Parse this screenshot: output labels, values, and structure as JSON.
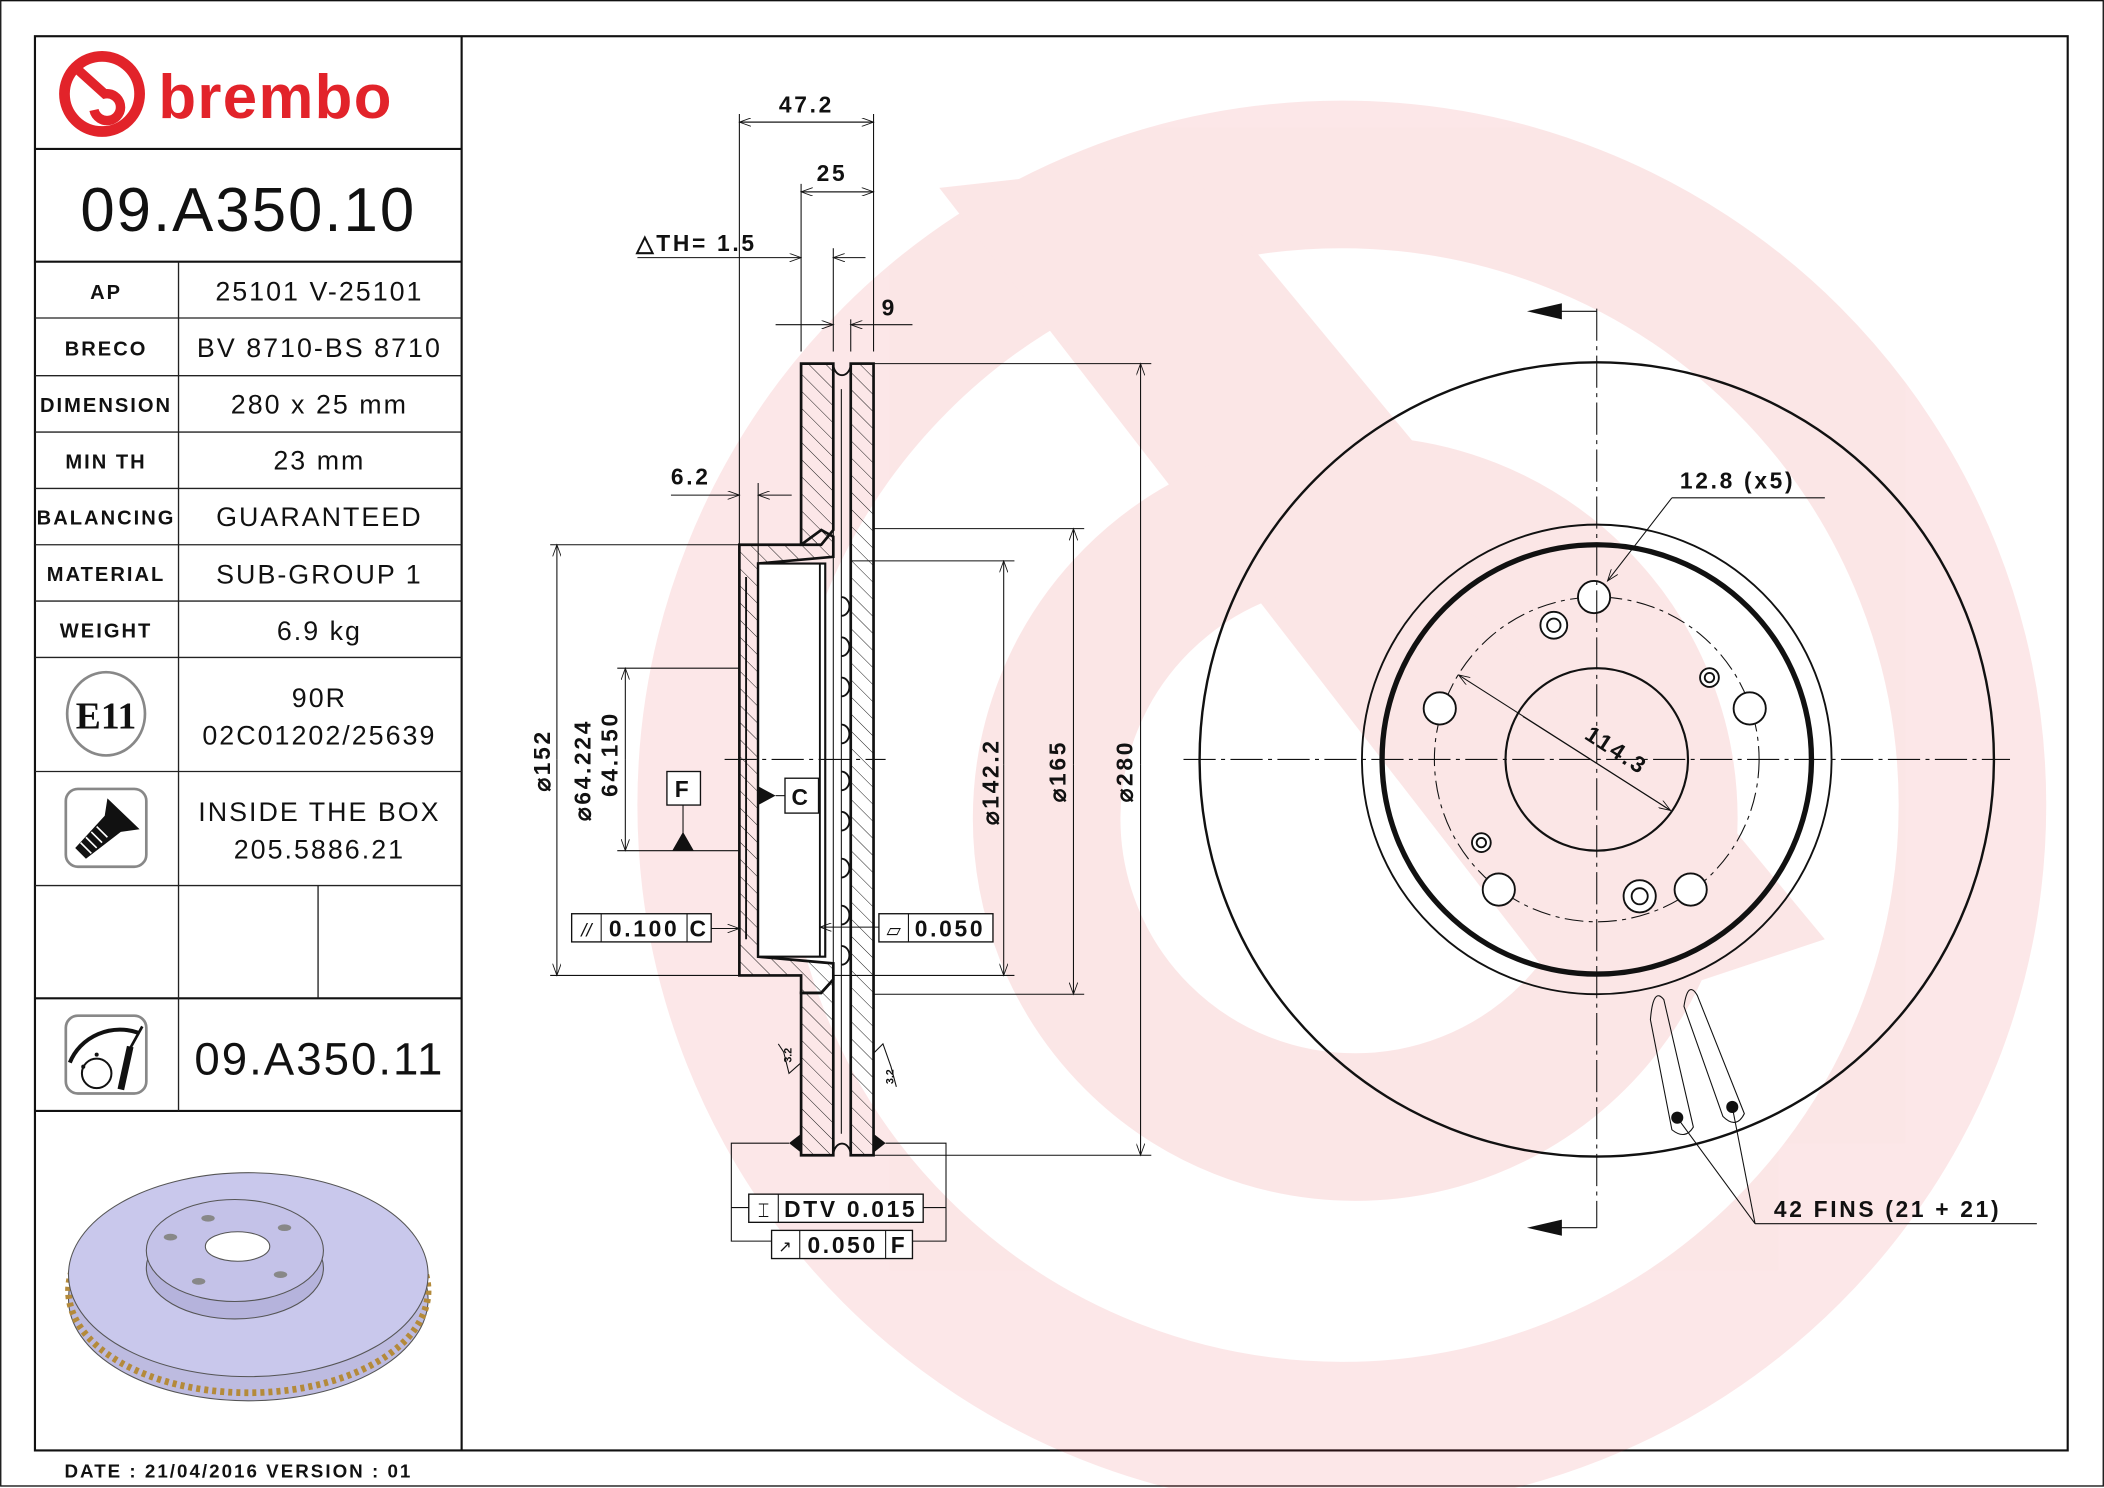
{
  "brand": {
    "name": "brembo",
    "color": "#e2232a"
  },
  "part_number": "09.A350.10",
  "specs": [
    {
      "label": "AP",
      "value": "25101 V-25101"
    },
    {
      "label": "BRECO",
      "value": "BV 8710-BS 8710"
    },
    {
      "label": "DIMENSION",
      "value": "280 x 25 mm"
    },
    {
      "label": "MIN TH",
      "value": "23 mm"
    },
    {
      "label": "BALANCING",
      "value": "GUARANTEED"
    },
    {
      "label": "MATERIAL",
      "value": "SUB-GROUP 1"
    },
    {
      "label": "WEIGHT",
      "value": "6.9 kg"
    }
  ],
  "homologation": {
    "badge": "E11",
    "line1": "90R",
    "line2": "02C01202/25639"
  },
  "hardware": {
    "icon": "screw-icon",
    "line1": "INSIDE THE BOX",
    "line2": "205.5886.21"
  },
  "alternative": {
    "icon": "coated-disc-icon",
    "part_number": "09.A350.11"
  },
  "footer": "DATE : 21/04/2016 VERSION : 01",
  "drawing": {
    "overall_height": "47.2",
    "thickness": "25",
    "delta_th": "△TH= 1.5",
    "vane_gap": "9",
    "hat_wall": "6.2",
    "d_hat": "⌀152",
    "d_bore_max": "⌀64.224",
    "d_bore_min": "64.150",
    "d_inner_ring": "⌀142.2",
    "d_hat_outer": "⌀165",
    "d_outer": "⌀280",
    "datum_f": "F",
    "datum_c": "C",
    "parallelism": {
      "symbol": "//",
      "value": "0.100",
      "datum": "C"
    },
    "flatness": {
      "symbol": "▱",
      "value": "0.050"
    },
    "dtv": {
      "symbol": "⌶",
      "value": "DTV 0.015"
    },
    "runout": {
      "symbol": "↗",
      "value": "0.050",
      "datum": "F"
    },
    "roughness_left": "3.2",
    "roughness_right": "3.2",
    "bolt_holes": "12.8 (x5)",
    "pcd": "114.3",
    "fins": "42 FINS (21 + 21)"
  }
}
